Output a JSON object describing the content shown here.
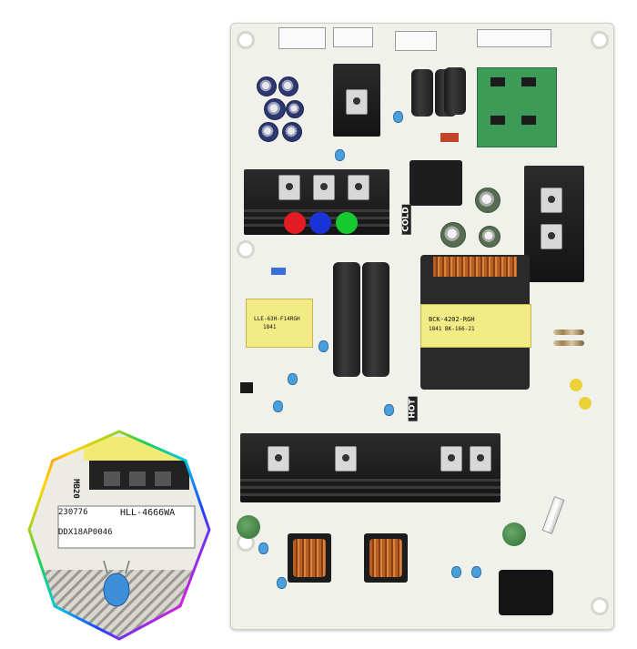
{
  "board": {
    "transformer_main_label": "BCK-4202-RGH",
    "transformer_main_code": "1841 BK-166-21",
    "transformer_small_label": "LLE-63H-F14RGH",
    "transformer_small_code": "1841",
    "silk_cold": "COLD",
    "silk_hot": "HOT",
    "rgb_dots": [
      "#e31b23",
      "#1a33d6",
      "#15c92e"
    ]
  },
  "inset": {
    "line1_number": "230776",
    "line1_part": "HLL-4666WA",
    "line2_code": "DDX18AP0046",
    "side_code": "MB20"
  }
}
